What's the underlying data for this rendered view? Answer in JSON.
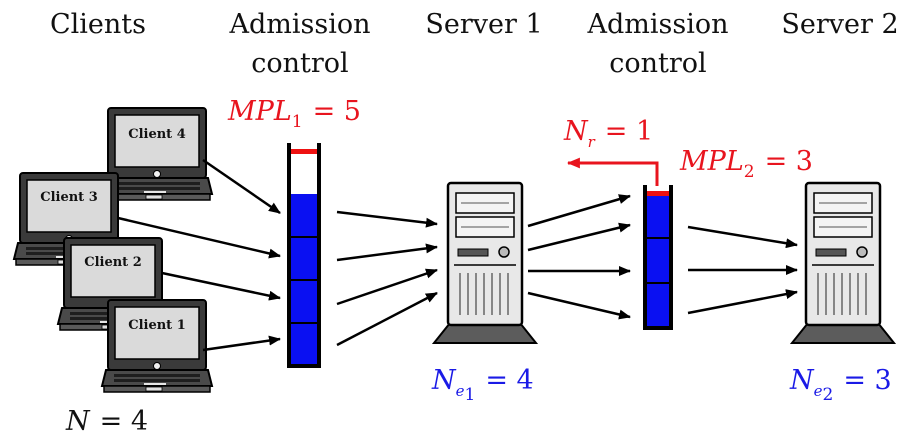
{
  "headers": {
    "clients": "Clients",
    "admission1_line1": "Admission",
    "admission1_line2": "control",
    "server1": "Server 1",
    "admission2_line1": "Admission",
    "admission2_line2": "control",
    "server2": "Server 2"
  },
  "clients": [
    {
      "label": "Client 4"
    },
    {
      "label": "Client 3"
    },
    {
      "label": "Client 2"
    },
    {
      "label": "Client 1"
    }
  ],
  "math": {
    "n_total": {
      "var": "N",
      "eq": "= 4"
    },
    "mpl1": {
      "var": "MPL",
      "sub": "1",
      "eq": "= 5"
    },
    "mpl2": {
      "var": "MPL",
      "sub": "2",
      "eq": "= 3"
    },
    "nr": {
      "var": "N",
      "sub": "r",
      "eq": "= 1"
    },
    "ne1": {
      "var": "N",
      "sub": "e",
      "subsub": "1",
      "eq": "= 4"
    },
    "ne2": {
      "var": "N",
      "sub": "e",
      "subsub": "2",
      "eq": "= 3"
    }
  },
  "queues": {
    "queue1": {
      "capacity": 5,
      "filled": 4
    },
    "queue2": {
      "capacity": 3,
      "filled": 3
    }
  },
  "colors": {
    "queue_fill": "#0a10f2",
    "limit_mark": "#ee1111",
    "annotation_red": "#e8141e",
    "annotation_blue": "#1a1ae6",
    "arrow": "#000000"
  },
  "icons": [
    "laptop-icon",
    "server-tower-icon",
    "queue-icon",
    "arrow-icon"
  ]
}
